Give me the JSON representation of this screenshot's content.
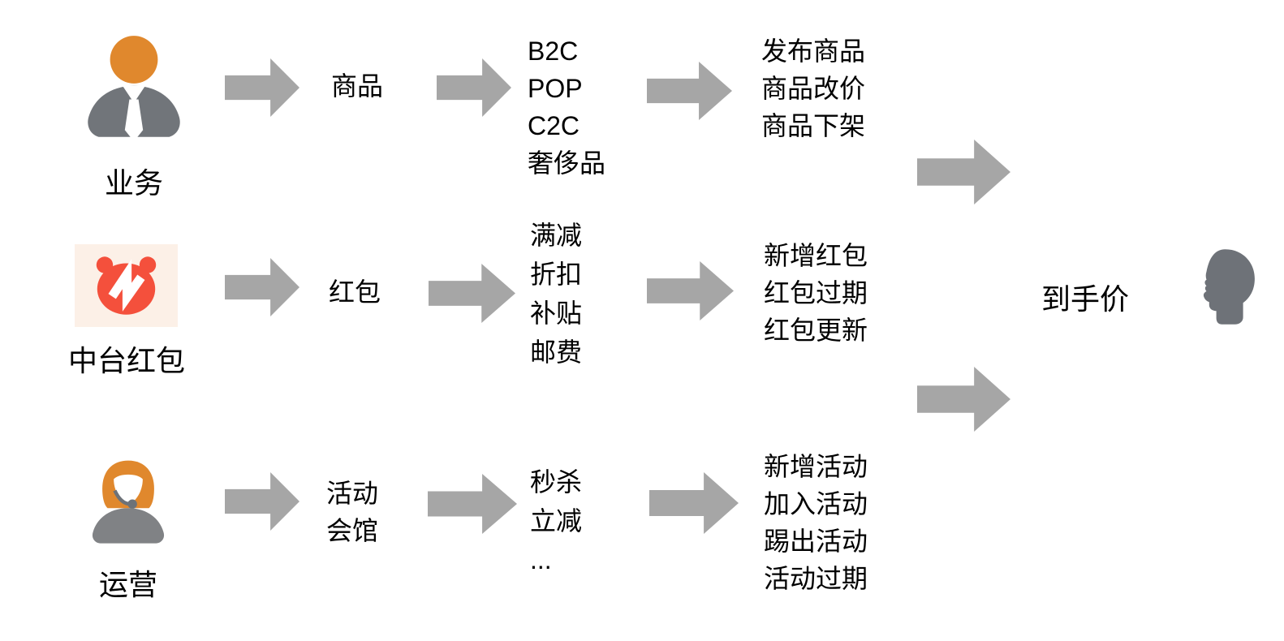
{
  "diagram": {
    "title": "price-flow-diagram",
    "rows": [
      {
        "actor_label": "业务",
        "actor_icon": "businessman-icon",
        "domain_lines": [
          "商品"
        ],
        "types": [
          "B2C",
          "POP",
          "C2C",
          "奢侈品"
        ],
        "events": [
          "发布商品",
          "商品改价",
          "商品下架"
        ]
      },
      {
        "actor_label": "中台红包",
        "actor_icon": "redpacket-icon",
        "domain_lines": [
          "红包"
        ],
        "types": [
          "满减",
          "折扣",
          "补贴",
          "邮费"
        ],
        "events": [
          "新增红包",
          "红包过期",
          "红包更新"
        ]
      },
      {
        "actor_label": "运营",
        "actor_icon": "operator-icon",
        "domain_lines": [
          "活动",
          "会馆"
        ],
        "types": [
          "秒杀",
          "立减",
          "..."
        ],
        "events": [
          "新增活动",
          "加入活动",
          "踢出活动",
          "活动过期"
        ]
      }
    ],
    "result": {
      "label": "到手价",
      "icon": "consumer-head-icon"
    },
    "colors": {
      "arrow_gray": "#a6a6a6",
      "text_black": "#000000",
      "person_suit_gray": "#71757a",
      "person_head_orange": "#e0882d",
      "redpacket_red": "#f4503c",
      "redpacket_bg_cream": "#fcf0e7",
      "operator_body_gray": "#808285",
      "consumer_head_gray": "#6e7278"
    }
  }
}
